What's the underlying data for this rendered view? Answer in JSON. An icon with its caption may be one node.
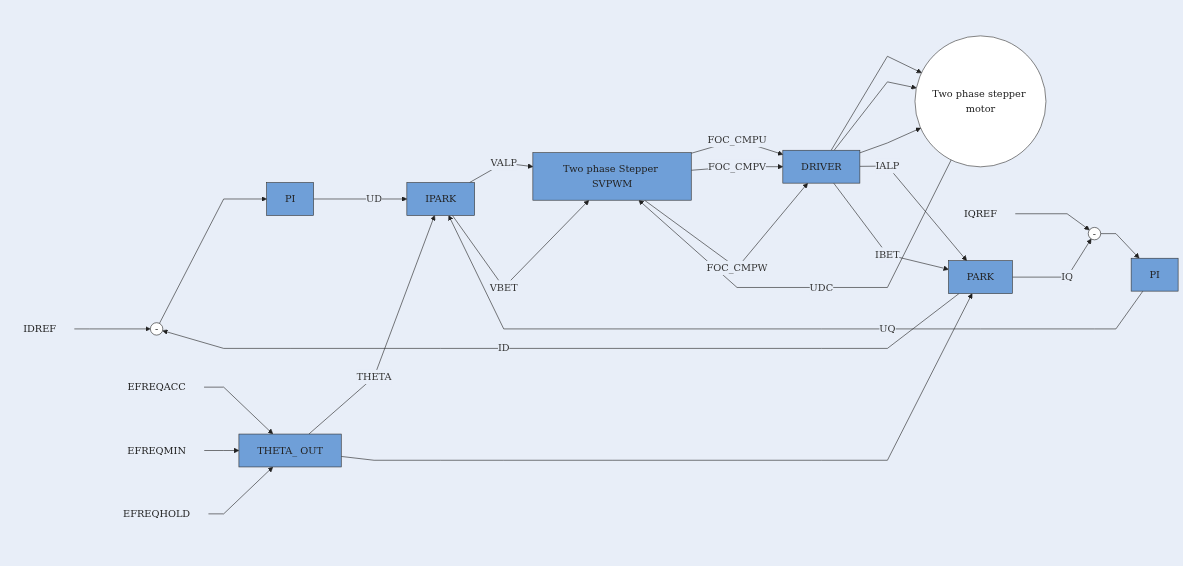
{
  "diagram": {
    "nodes": [
      {
        "text": [
          "IDREF"
        ]
      },
      {
        "text": [
          "-"
        ]
      },
      {
        "text": [
          "PI"
        ]
      },
      {
        "text": [
          "IPARK"
        ]
      },
      {
        "text": [
          "Two phase Stepper SVPWM"
        ]
      },
      {
        "text": [
          "DRIVER"
        ]
      },
      {
        "text": [
          "Two phase stepper motor"
        ]
      },
      {
        "text": [
          "IQREF"
        ]
      },
      {
        "text": [
          "-"
        ]
      },
      {
        "text": [
          "PI"
        ]
      },
      {
        "text": [
          "EFREQACC"
        ]
      },
      {
        "text": [
          "EFREQMIN"
        ]
      },
      {
        "text": [
          "EFREQHOLD"
        ]
      },
      {
        "text": [
          "THETA_ OUT"
        ]
      },
      {
        "text": [
          "PARK"
        ]
      }
    ],
    "edges": [
      {
        "from": 0,
        "to": 1,
        "arrow": "to"
      },
      {
        "from": 1,
        "to": 2,
        "arrow": "to"
      },
      {
        "from": 2,
        "to": 3,
        "arrow": "to",
        "label": "UD"
      },
      {
        "from": 7,
        "to": 8,
        "arrow": "to"
      },
      {
        "from": 8,
        "to": 9,
        "arrow": "to"
      },
      {
        "from": 9,
        "to": 3,
        "arrow": "to",
        "label": "UQ"
      },
      {
        "from": 3,
        "to": 4,
        "arrow": "to",
        "label": "VALP"
      },
      {
        "from": 3,
        "to": 4,
        "arrow": "to",
        "label": "VBET"
      },
      {
        "from": 4,
        "to": 5,
        "arrow": "to",
        "label": "FOC_CMPU"
      },
      {
        "from": 4,
        "to": 5,
        "arrow": "to",
        "label": "FOC_CMPV"
      },
      {
        "from": 4,
        "to": 5,
        "arrow": "to",
        "label": "FOC_CMPW"
      },
      {
        "from": 5,
        "to": 6,
        "arrow": "to"
      },
      {
        "from": 5,
        "to": 6,
        "arrow": "to"
      },
      {
        "from": 5,
        "to": 6,
        "arrow": "to"
      },
      {
        "from": 6,
        "to": 4,
        "arrow": "to",
        "label": "UDC"
      },
      {
        "from": 10,
        "to": 13,
        "arrow": "to"
      },
      {
        "from": 11,
        "to": 13,
        "arrow": "to"
      },
      {
        "from": 12,
        "to": 13,
        "arrow": "to"
      },
      {
        "from": 13,
        "to": 3,
        "arrow": "to",
        "label": "THETA"
      },
      {
        "from": 13,
        "to": 14,
        "arrow": "to"
      },
      {
        "from": 5,
        "to": 14,
        "arrow": "to",
        "label": "IALP"
      },
      {
        "from": 5,
        "to": 14,
        "arrow": "to",
        "label": "IBET"
      },
      {
        "from": 14,
        "to": 1,
        "arrow": "to",
        "label": "ID"
      },
      {
        "from": 14,
        "to": 8,
        "arrow": "to",
        "label": "IQ"
      }
    ]
  }
}
